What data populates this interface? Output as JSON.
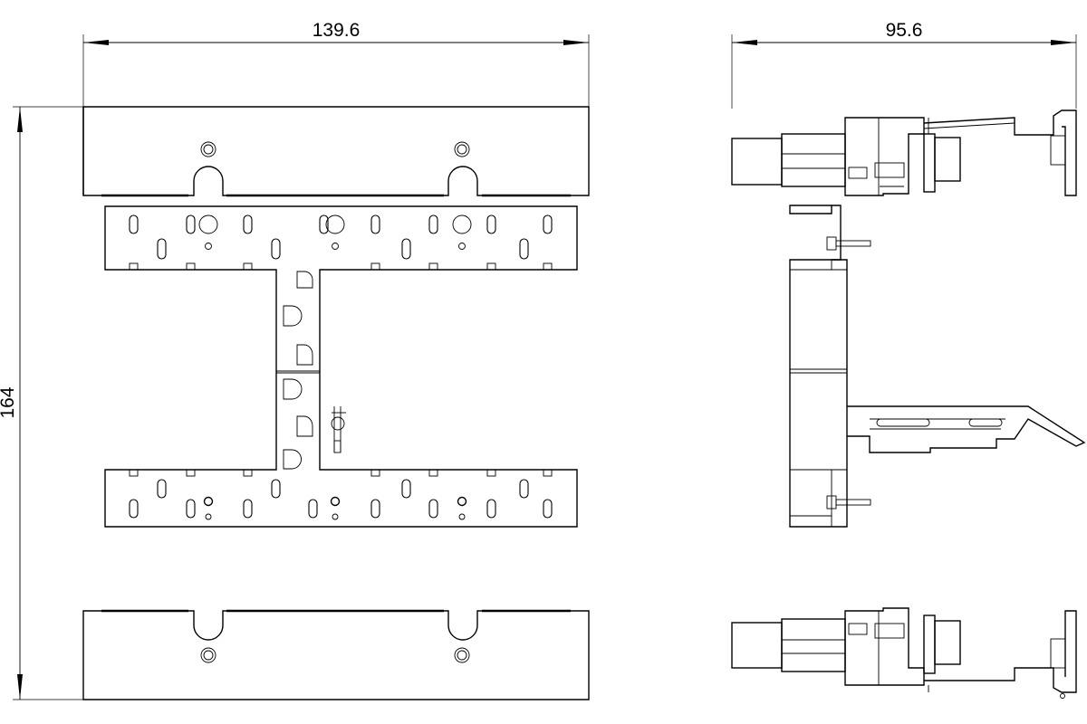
{
  "dimensions": {
    "front_width": "139.6",
    "side_width": "95.6",
    "height": "164"
  }
}
